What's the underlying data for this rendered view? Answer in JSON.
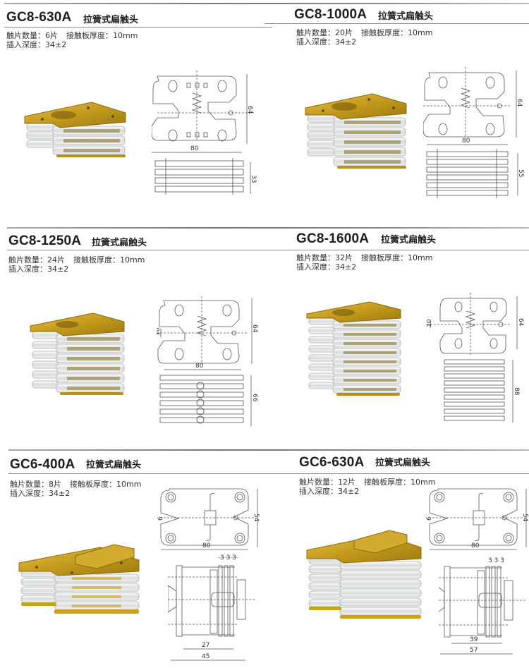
{
  "products": [
    {
      "model": "GC8-630A",
      "type": "拉簧式扁触头",
      "contact_count_label": "触片数量：",
      "contact_count": "6片",
      "thickness_label": "接触板厚度：",
      "thickness": "10mm",
      "depth_label": "插入深度：",
      "depth": "34±2",
      "dims": {
        "width": "80",
        "height": "64",
        "stack": "33"
      },
      "layers": 3
    },
    {
      "model": "GC8-1000A",
      "type": "拉簧式扁触头",
      "contact_count_label": "触片数量：",
      "contact_count": "20片",
      "thickness_label": "接触板厚度：",
      "thickness": "10mm",
      "depth_label": "插入深度：",
      "depth": "34±2",
      "dims": {
        "width": "80",
        "height": "64",
        "stack": "55"
      },
      "layers": 5
    },
    {
      "model": "GC8-1250A",
      "type": "拉簧式扁触头",
      "contact_count_label": "触片数量：",
      "contact_count": "24片",
      "thickness_label": "接触板厚度：",
      "thickness": "10mm",
      "depth_label": "插入深度：",
      "depth": "34±2",
      "dims": {
        "width": "80",
        "height": "64",
        "gap": "10",
        "stack": "66"
      },
      "layers": 6
    },
    {
      "model": "GC8-1600A",
      "type": "拉簧式扁触头",
      "contact_count_label": "触片数量：",
      "contact_count": "32片",
      "thickness_label": "接触板厚度：",
      "thickness": "10mm",
      "depth_label": "插入深度：",
      "depth": "34±2",
      "dims": {
        "height": "64",
        "gap": "10",
        "stack": "88"
      },
      "layers": 8
    },
    {
      "model": "GC6-400A",
      "type": "拉簧式扁触头",
      "contact_count_label": "触片数量：",
      "contact_count": "8片",
      "thickness_label": "接触板厚度：",
      "thickness": "10mm",
      "depth_label": "插入深度：",
      "depth": "34±2",
      "dims": {
        "width": "80",
        "height": "54",
        "gap": "6",
        "pitch": "3 3 3",
        "inner": "27",
        "overall": "45"
      },
      "layers": 4
    },
    {
      "model": "GC6-630A",
      "type": "拉簧式扁触头",
      "contact_count_label": "触片数量：",
      "contact_count": "12片",
      "thickness_label": "接触板厚度：",
      "thickness": "10mm",
      "depth_label": "插入深度：",
      "depth": "34±2",
      "dims": {
        "width": "80",
        "height": "54",
        "gap": "6",
        "pitch": "3 3 3",
        "inner": "39",
        "overall": "57"
      },
      "layers": 6
    }
  ],
  "colors": {
    "brass": "#c9a21e",
    "brass_light": "#e8c64a",
    "silver": "#e9ecee",
    "line": "#555555"
  }
}
